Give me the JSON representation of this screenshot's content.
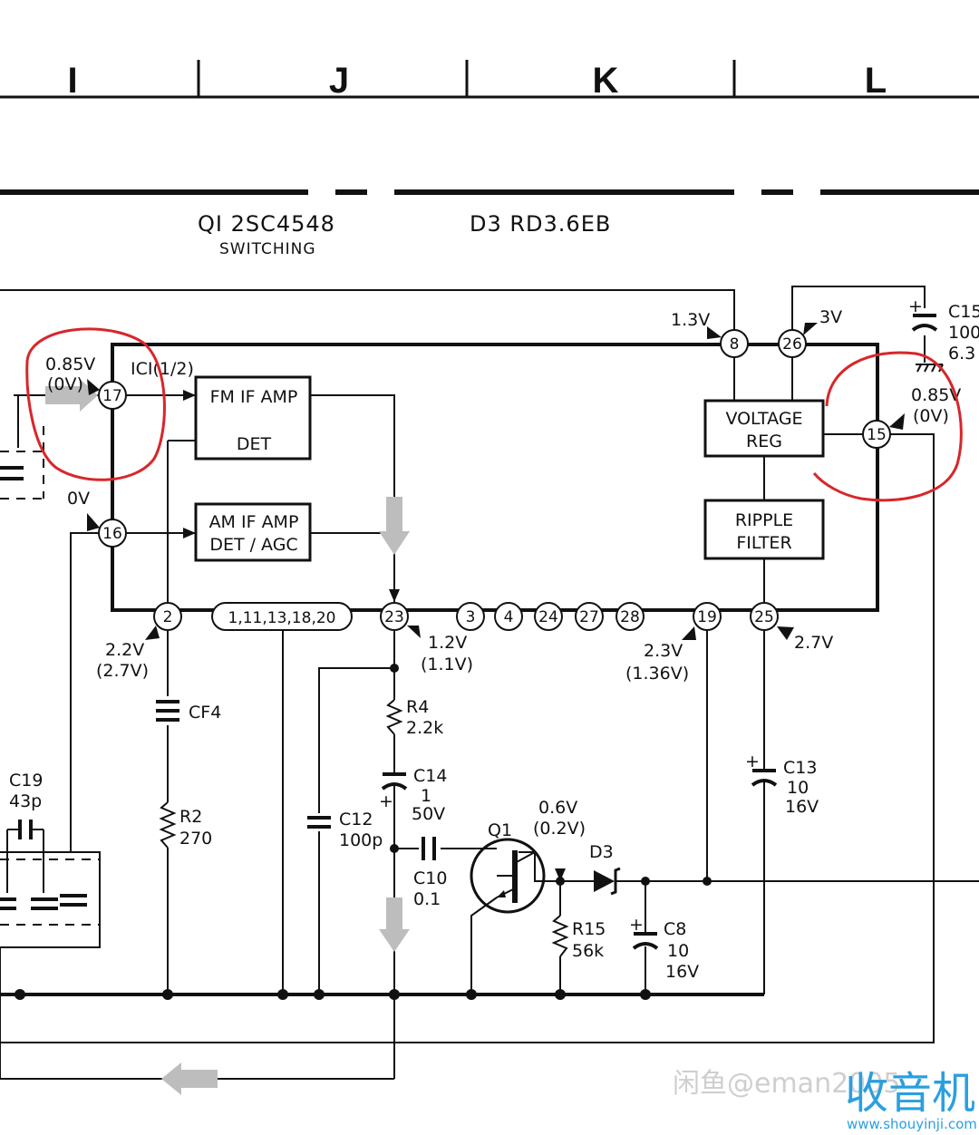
{
  "columns": [
    "I",
    "J",
    "K",
    "L"
  ],
  "parts": {
    "q1": "QI  2SC4548",
    "q1_role": "SWITCHING",
    "d3": "D3  RD3.6EB"
  },
  "ic": {
    "label": "ICI(1/2)"
  },
  "blocks": {
    "fm": [
      "FM  IF AMP",
      "DET"
    ],
    "am": [
      "AM  IF AMP",
      "DET / AGC"
    ],
    "vreg": [
      "VOLTAGE",
      "REG"
    ],
    "ripple": [
      "RIPPLE",
      "FILTER"
    ]
  },
  "pins": {
    "p17": "17",
    "p16": "16",
    "p2": "2",
    "p23": "23",
    "p8": "8",
    "p26": "26",
    "p15": "15",
    "p3": "3",
    "p4": "4",
    "p24": "24",
    "p27": "27",
    "p28": "28",
    "p19": "19",
    "p25": "25",
    "gnd_group": "1,11,13,18,20"
  },
  "voltages": {
    "v17": [
      "0.85V",
      "(0V)"
    ],
    "v16": "0V",
    "v2": [
      "2.2V",
      "(2.7V)"
    ],
    "v23": [
      "1.2V",
      "(1.1V)"
    ],
    "v8": "1.3V",
    "v26": "3V",
    "v15": [
      "0.85V",
      "(0V)"
    ],
    "v19": [
      "2.3V",
      "(1.36V)"
    ],
    "v25": "2.7V",
    "vq1": [
      "0.6V",
      "(0.2V)"
    ]
  },
  "components": {
    "cf4": "CF4",
    "r2": [
      "R2",
      "270"
    ],
    "r4": [
      "R4",
      "2.2k"
    ],
    "c14": [
      "C14",
      "1",
      "50V"
    ],
    "c12": [
      "C12",
      "100p"
    ],
    "c10": [
      "C10",
      "0.1"
    ],
    "q1": "Q1",
    "d3": "D3",
    "r15": [
      "R15",
      "56k"
    ],
    "c8": [
      "C8",
      "10",
      "16V"
    ],
    "c13": [
      "C13",
      "10",
      "16V"
    ],
    "c19": [
      "C19",
      "43p"
    ],
    "c15": [
      "C15",
      "100",
      "6.3"
    ]
  },
  "watermark": {
    "user": "闲鱼@eman2005",
    "site_cn": "收音机",
    "site_url": "www.shouyinji.com"
  },
  "colors": {
    "ink": "#111111",
    "highlight_circle": "#d8262a",
    "watermark_blue": "#2a9fe0"
  }
}
